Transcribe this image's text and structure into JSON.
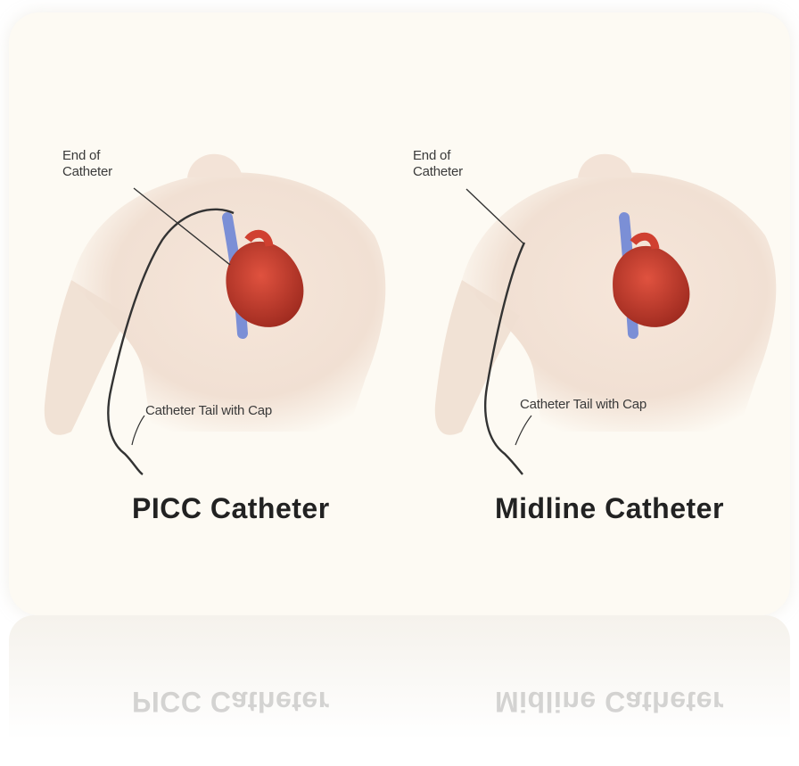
{
  "panels": [
    {
      "caption": "PICC Catheter",
      "end_label_line1": "End of",
      "end_label_line2": "Catheter",
      "tail_label": "Catheter Tail with Cap"
    },
    {
      "caption": "Midline Catheter",
      "end_label_line1": "End of",
      "end_label_line2": "Catheter",
      "tail_label": "Catheter Tail with Cap"
    }
  ],
  "colors": {
    "background": "#fdfaf3",
    "skin": "#f2e2d6",
    "heart": "#c0392b",
    "vein": "#7b8fd6",
    "catheter": "#333333"
  }
}
